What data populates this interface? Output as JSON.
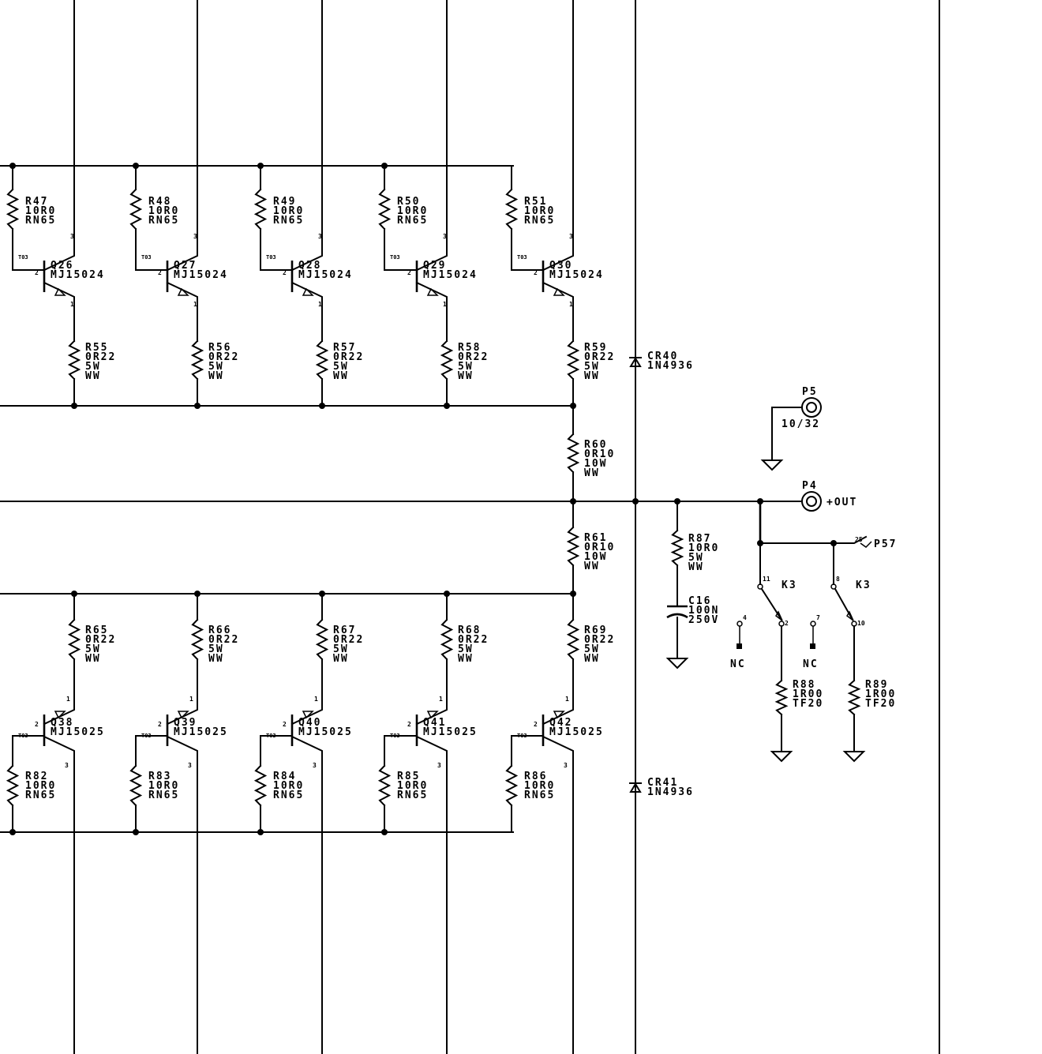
{
  "upper_stage": {
    "base_resistors": [
      {
        "ref": "R47",
        "value": "10R0",
        "type": "RN65"
      },
      {
        "ref": "R48",
        "value": "10R0",
        "type": "RN65"
      },
      {
        "ref": "R49",
        "value": "10R0",
        "type": "RN65"
      },
      {
        "ref": "R50",
        "value": "10R0",
        "type": "RN65"
      },
      {
        "ref": "R51",
        "value": "10R0",
        "type": "RN65"
      }
    ],
    "transistors": [
      {
        "ref": "Q26",
        "part": "MJ15024",
        "pkg": "T03",
        "pin_b": "2",
        "pin_c": "3",
        "pin_e": "1"
      },
      {
        "ref": "Q27",
        "part": "MJ15024",
        "pkg": "T03",
        "pin_b": "2",
        "pin_c": "3",
        "pin_e": "1"
      },
      {
        "ref": "Q28",
        "part": "MJ15024",
        "pkg": "T03",
        "pin_b": "2",
        "pin_c": "3",
        "pin_e": "1"
      },
      {
        "ref": "Q29",
        "part": "MJ15024",
        "pkg": "T03",
        "pin_b": "2",
        "pin_c": "3",
        "pin_e": "1"
      },
      {
        "ref": "Q30",
        "part": "MJ15024",
        "pkg": "T03",
        "pin_b": "2",
        "pin_c": "3",
        "pin_e": "1"
      }
    ],
    "emitter_resistors": [
      {
        "ref": "R55",
        "value": "0R22",
        "power": "5W",
        "type": "WW"
      },
      {
        "ref": "R56",
        "value": "0R22",
        "power": "5W",
        "type": "WW"
      },
      {
        "ref": "R57",
        "value": "0R22",
        "power": "5W",
        "type": "WW"
      },
      {
        "ref": "R58",
        "value": "0R22",
        "power": "5W",
        "type": "WW"
      },
      {
        "ref": "R59",
        "value": "0R22",
        "power": "5W",
        "type": "WW"
      }
    ]
  },
  "lower_stage": {
    "emitter_resistors": [
      {
        "ref": "R65",
        "value": "0R22",
        "power": "5W",
        "type": "WW"
      },
      {
        "ref": "R66",
        "value": "0R22",
        "power": "5W",
        "type": "WW"
      },
      {
        "ref": "R67",
        "value": "0R22",
        "power": "5W",
        "type": "WW"
      },
      {
        "ref": "R68",
        "value": "0R22",
        "power": "5W",
        "type": "WW"
      },
      {
        "ref": "R69",
        "value": "0R22",
        "power": "5W",
        "type": "WW"
      }
    ],
    "transistors": [
      {
        "ref": "Q38",
        "part": "MJ15025",
        "pkg": "T03",
        "pin_b": "2",
        "pin_c": "3",
        "pin_e": "1"
      },
      {
        "ref": "Q39",
        "part": "MJ15025",
        "pkg": "T03",
        "pin_b": "2",
        "pin_c": "3",
        "pin_e": "1"
      },
      {
        "ref": "Q40",
        "part": "MJ15025",
        "pkg": "T03",
        "pin_b": "2",
        "pin_c": "3",
        "pin_e": "1"
      },
      {
        "ref": "Q41",
        "part": "MJ15025",
        "pkg": "T03",
        "pin_b": "2",
        "pin_c": "3",
        "pin_e": "1"
      },
      {
        "ref": "Q42",
        "part": "MJ15025",
        "pkg": "T03",
        "pin_b": "2",
        "pin_c": "3",
        "pin_e": "1"
      }
    ],
    "base_resistors": [
      {
        "ref": "R82",
        "value": "10R0",
        "type": "RN65"
      },
      {
        "ref": "R83",
        "value": "10R0",
        "type": "RN65"
      },
      {
        "ref": "R84",
        "value": "10R0",
        "type": "RN65"
      },
      {
        "ref": "R85",
        "value": "10R0",
        "type": "RN65"
      },
      {
        "ref": "R86",
        "value": "10R0",
        "type": "RN65"
      }
    ]
  },
  "r60": {
    "ref": "R60",
    "value": "0R10",
    "power": "10W",
    "type": "WW"
  },
  "r61": {
    "ref": "R61",
    "value": "0R10",
    "power": "10W",
    "type": "WW"
  },
  "cr40": {
    "ref": "CR40",
    "part": "1N4936"
  },
  "cr41": {
    "ref": "CR41",
    "part": "1N4936"
  },
  "r87": {
    "ref": "R87",
    "value": "10R0",
    "power": "5W",
    "type": "WW"
  },
  "c16": {
    "ref": "C16",
    "value": "100N",
    "voltage": "250V"
  },
  "p5": {
    "ref": "P5",
    "label": "10/32"
  },
  "p4": {
    "ref": "P4",
    "label": "+OUT"
  },
  "p57": {
    "ref": "P57",
    "pin": "25"
  },
  "k3a": {
    "ref": "K3",
    "pin_common": "2",
    "pin_top": "11",
    "pin_nc": "4",
    "nc_label": "NC"
  },
  "k3b": {
    "ref": "K3",
    "pin_common": "10",
    "pin_top": "8",
    "pin_nc": "7",
    "nc_label": "NC"
  },
  "r88": {
    "ref": "R88",
    "value": "1R00",
    "type": "TF20"
  },
  "r89": {
    "ref": "R89",
    "value": "1R00",
    "type": "TF20"
  }
}
